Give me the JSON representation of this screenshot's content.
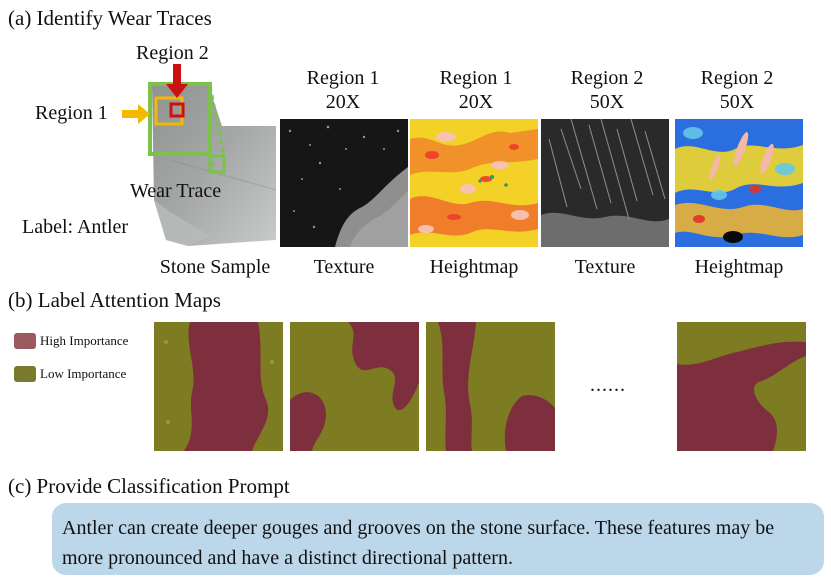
{
  "section_a": {
    "title": "(a) Identify Wear Traces",
    "region1_label": "Region 1",
    "region2_label": "Region 2",
    "wear_trace_label": "Wear Trace",
    "sample_label": "Label: Antler",
    "stone_caption": "Stone Sample",
    "panels": [
      {
        "line1": "Region 1",
        "line2": "20X",
        "caption": "Texture"
      },
      {
        "line1": "Region 1",
        "line2": "20X",
        "caption": "Heightmap"
      },
      {
        "line1": "Region 2",
        "line2": "50X",
        "caption": "Texture"
      },
      {
        "line1": "Region 2",
        "line2": "50X",
        "caption": "Heightmap"
      }
    ],
    "colors": {
      "region1": "#f5b800",
      "region2": "#cc1111",
      "wear_trace": "#7cc24a"
    }
  },
  "section_b": {
    "title": "(b) Label Attention Maps",
    "legend": [
      {
        "label": "High Importance",
        "color": "#9a5a60"
      },
      {
        "label": "Low Importance",
        "color": "#7a7a2e"
      }
    ],
    "ellipsis": "......",
    "colors": {
      "high": "#7e2f3e",
      "low": "#7d7c22"
    }
  },
  "section_c": {
    "title": "(c) Provide Classification Prompt",
    "prompt": "Antler can create deeper gouges and grooves on the stone surface. These features may be more pronounced and have a distinct directional pattern."
  }
}
